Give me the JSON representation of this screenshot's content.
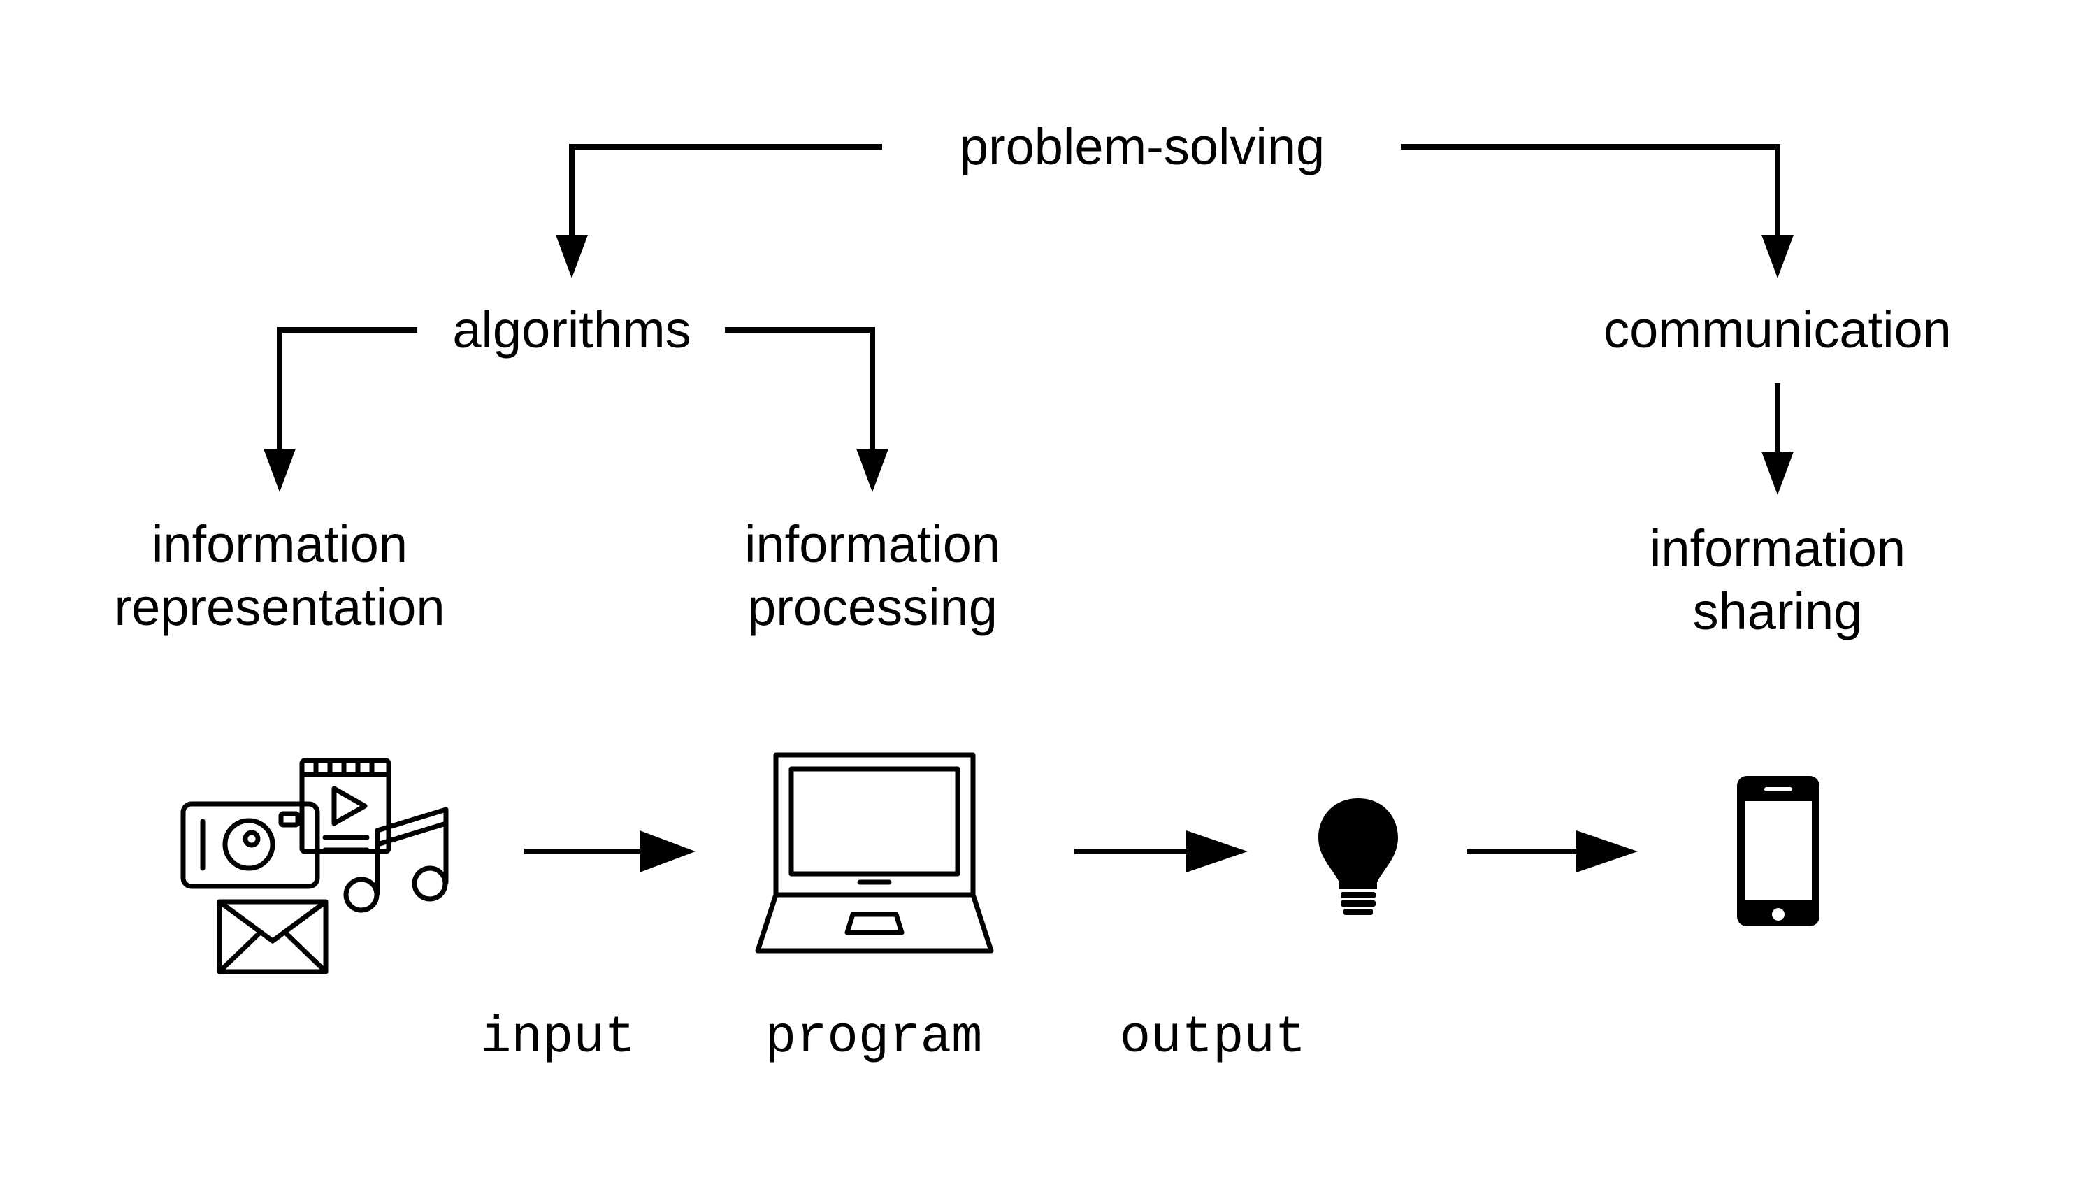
{
  "nodes": {
    "problem_solving": "problem-solving",
    "algorithms": "algorithms",
    "communication": "communication",
    "info_representation": {
      "line1": "information",
      "line2": "representation"
    },
    "info_processing": {
      "line1": "information",
      "line2": "processing"
    },
    "info_sharing": {
      "line1": "information",
      "line2": "sharing"
    }
  },
  "flow_labels": {
    "input": "input",
    "program": "program",
    "output": "output"
  },
  "icons": [
    "media-collage-icon",
    "laptop-icon",
    "lightbulb-icon",
    "smartphone-icon"
  ]
}
